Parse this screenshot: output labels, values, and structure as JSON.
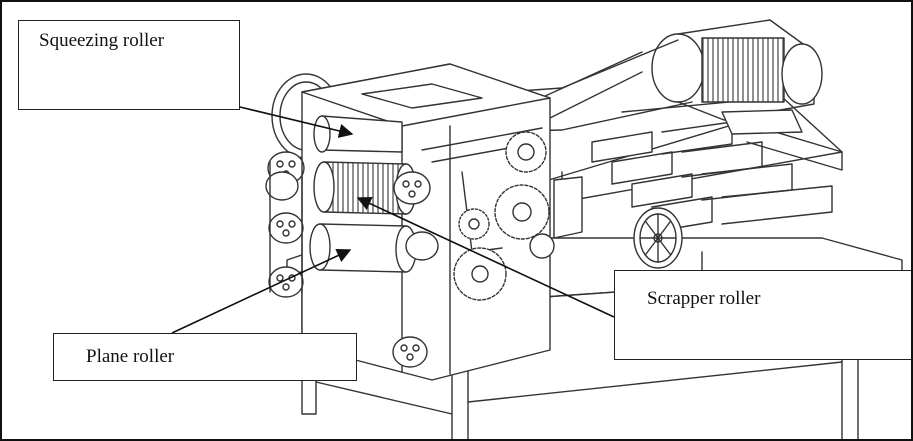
{
  "labels": {
    "squeezing_roller": "Squeezing roller",
    "scrapper_roller": "Scrapper roller",
    "plane_roller": "Plane roller"
  },
  "colors": {
    "line": "#333333",
    "border": "#111111",
    "background": "#ffffff"
  }
}
